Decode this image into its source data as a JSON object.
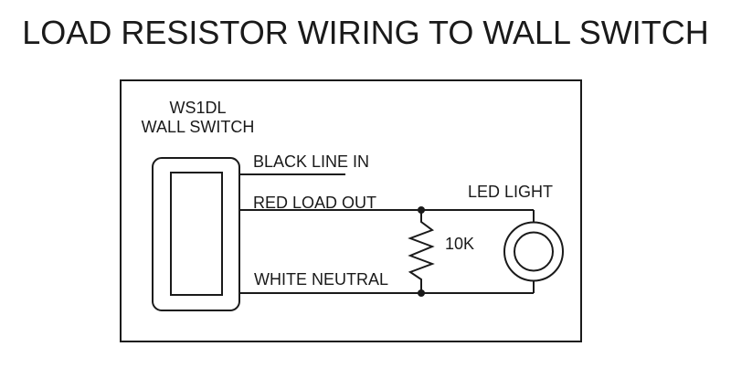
{
  "title": "LOAD RESISTOR WIRING TO WALL SWITCH",
  "diagram": {
    "switch": {
      "model": "WS1DL",
      "name": "WALL SWITCH"
    },
    "wires": [
      {
        "label": "BLACK LINE IN"
      },
      {
        "label": "RED LOAD OUT"
      },
      {
        "label": "WHITE NEUTRAL"
      }
    ],
    "resistor": {
      "value": "10K"
    },
    "led": {
      "label": "LED LIGHT"
    }
  },
  "colors": {
    "line": "#1a1a1a",
    "background": "#ffffff"
  }
}
